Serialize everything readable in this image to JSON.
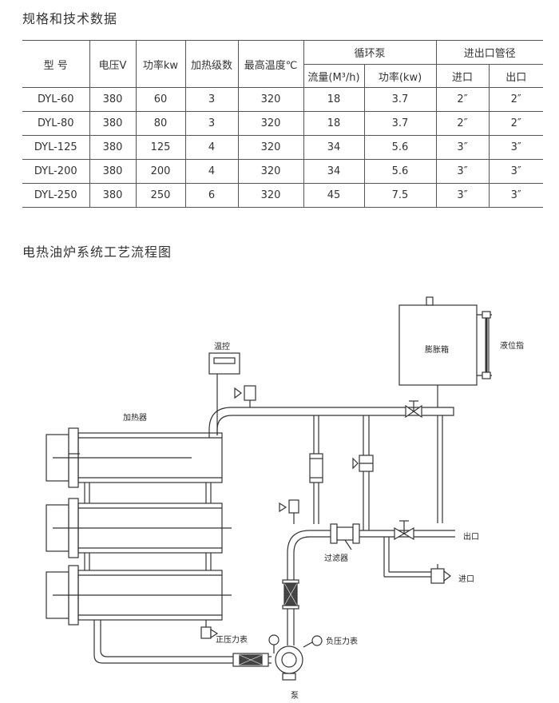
{
  "specs": {
    "title": "规格和技术数据",
    "headers": {
      "model": "型 号",
      "voltage": "电压V",
      "power": "功率kw",
      "stages": "加热级数",
      "max_temp": "最高温度℃",
      "pump_group": "循环泵",
      "pump_flow": "流量(M³/h)",
      "pump_power": "功率(kw)",
      "pipe_group": "进出口管径",
      "pipe_in": "进口",
      "pipe_out": "出口"
    },
    "rows": [
      {
        "model": "DYL-60",
        "voltage": "380",
        "power": "60",
        "stages": "3",
        "max_temp": "320",
        "flow": "18",
        "pump_power": "3.7",
        "pipe_in": "2″",
        "pipe_out": "2″"
      },
      {
        "model": "DYL-80",
        "voltage": "380",
        "power": "80",
        "stages": "3",
        "max_temp": "320",
        "flow": "18",
        "pump_power": "3.7",
        "pipe_in": "2″",
        "pipe_out": "2″"
      },
      {
        "model": "DYL-125",
        "voltage": "380",
        "power": "125",
        "stages": "4",
        "max_temp": "320",
        "flow": "34",
        "pump_power": "5.6",
        "pipe_in": "3″",
        "pipe_out": "3″"
      },
      {
        "model": "DYL-200",
        "voltage": "380",
        "power": "200",
        "stages": "4",
        "max_temp": "320",
        "flow": "34",
        "pump_power": "5.6",
        "pipe_in": "3″",
        "pipe_out": "3″"
      },
      {
        "model": "DYL-250",
        "voltage": "380",
        "power": "250",
        "stages": "6",
        "max_temp": "320",
        "flow": "45",
        "pump_power": "7.5",
        "pipe_in": "3″",
        "pipe_out": "3″"
      }
    ]
  },
  "flow": {
    "title": "电热油炉系统工艺流程图",
    "labels": {
      "thermostat": "温控",
      "heater": "加热器",
      "expansion_tank": "膨胀箱",
      "level_gauge": "液位指",
      "outlet": "出口",
      "inlet": "进口",
      "filter": "过滤器",
      "positive_gauge": "正压力表",
      "negative_gauge": "负压力表",
      "pump": "泵"
    }
  }
}
